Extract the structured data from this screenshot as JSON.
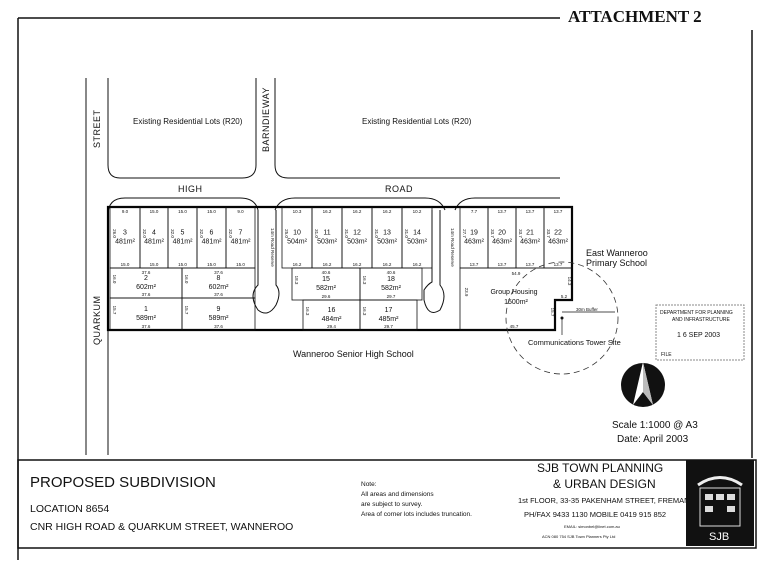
{
  "attachment": "ATTACHMENT 2",
  "streets": {
    "quarkum": "QUARKUM",
    "street_word": "STREET",
    "high": "HIGH",
    "road": "ROAD",
    "barndie": "BARNDIE",
    "way": "WAY"
  },
  "areas": {
    "existing_left": "Existing Residential Lots (R20)",
    "existing_right": "Existing Residential Lots (R20)",
    "senior_high": "Wanneroo Senior High School",
    "primary_1": "East Wanneroo",
    "primary_2": "Primary School",
    "tower": "Communications Tower Site",
    "buffer": "30m Buffer",
    "road_reserve": "14m Road Reserve"
  },
  "lots": [
    {
      "number": "3",
      "area": "481m²",
      "top": "9.0",
      "bottom": "15.0",
      "side": "26.0"
    },
    {
      "number": "4",
      "area": "481m²",
      "top": "15.0",
      "bottom": "15.0",
      "side": "32.0"
    },
    {
      "number": "5",
      "area": "481m²",
      "top": "15.0",
      "bottom": "15.0",
      "side": "32.0"
    },
    {
      "number": "6",
      "area": "481m²",
      "top": "15.0",
      "bottom": "15.0",
      "side": "32.0"
    },
    {
      "number": "7",
      "area": "481m²",
      "top": "9.0",
      "bottom": "15.0",
      "side": "32.0"
    },
    {
      "number": "2",
      "area": "602m²",
      "top": "37.6",
      "bottom": "37.6",
      "side": "16.0"
    },
    {
      "number": "8",
      "area": "602m²",
      "top": "37.6",
      "bottom": "37.6",
      "side": "16.0"
    },
    {
      "number": "1",
      "area": "589m²",
      "top": "",
      "bottom": "37.6",
      "side": "15.7"
    },
    {
      "number": "9",
      "area": "589m²",
      "top": "",
      "bottom": "37.6",
      "side": "15.7"
    },
    {
      "number": "10",
      "area": "504m²",
      "top": "10.3",
      "bottom": "16.2",
      "side": "25.0"
    },
    {
      "number": "11",
      "area": "503m²",
      "top": "16.2",
      "bottom": "16.2",
      "side": "31.0"
    },
    {
      "number": "12",
      "area": "503m²",
      "top": "16.2",
      "bottom": "16.2",
      "side": "31.0"
    },
    {
      "number": "13",
      "area": "503m²",
      "top": "16.2",
      "bottom": "16.2",
      "side": "31.0"
    },
    {
      "number": "14",
      "area": "503m²",
      "top": "10.2",
      "bottom": "16.2",
      "side": "31.0"
    },
    {
      "number": "15",
      "area": "582m²",
      "top": "40.6",
      "bottom": "29.6",
      "side": "18.3"
    },
    {
      "number": "18",
      "area": "582m²",
      "top": "40.6",
      "bottom": "29.7",
      "side": "16.3"
    },
    {
      "number": "16",
      "area": "484m²",
      "top": "",
      "bottom": "29.4",
      "side": "16.3"
    },
    {
      "number": "17",
      "area": "485m²",
      "top": "",
      "bottom": "29.7",
      "side": "16.3"
    },
    {
      "number": "19",
      "area": "463m²",
      "top": "7.7",
      "bottom": "13.7",
      "side": "27.7"
    },
    {
      "number": "20",
      "area": "463m²",
      "top": "13.7",
      "bottom": "13.7",
      "side": "33.7"
    },
    {
      "number": "21",
      "area": "463m²",
      "top": "13.7",
      "bottom": "13.7",
      "side": "33.7"
    },
    {
      "number": "22",
      "area": "463m²",
      "top": "13.7",
      "bottom": "13.7",
      "side": "33.7"
    }
  ],
  "group_housing": {
    "label": "Group Housing",
    "area": "1500m²",
    "top": "54.9",
    "bottom": "45.7",
    "left": "23.9",
    "right": "14.3",
    "step": "5.2",
    "notch": "15.7"
  },
  "stamp": {
    "line1": "DEPARTMENT FOR PLANNING",
    "line2": "AND INFRASTRUCTURE",
    "date": "1 6 SEP 2003",
    "file": "FILE"
  },
  "scale": "Scale 1:1000 @ A3",
  "date": "Date: April 2003",
  "title_block": {
    "title": "PROPOSED SUBDIVISION",
    "location": "LOCATION 8654",
    "address": "CNR HIGH ROAD & QUARKUM STREET, WANNEROO",
    "note_head": "Note:",
    "note_1": "All areas and dimensions",
    "note_2": "are subject to survey.",
    "note_3": "Area of corner lots includes truncation.",
    "firm_1": "SJB TOWN PLANNING",
    "firm_2": "& URBAN DESIGN",
    "firm_addr": "1st FLOOR, 33-35 PAKENHAM STREET, FREMANTLE",
    "firm_ph": "PH/FAX 9433 1130      MOBILE 0419 915 852",
    "firm_email": "EMAIL: simonbel@iinet.com.au",
    "firm_acn": "ACN 080 754 SJB Town Planners Pty Ltd",
    "logo_text": "SJB"
  }
}
